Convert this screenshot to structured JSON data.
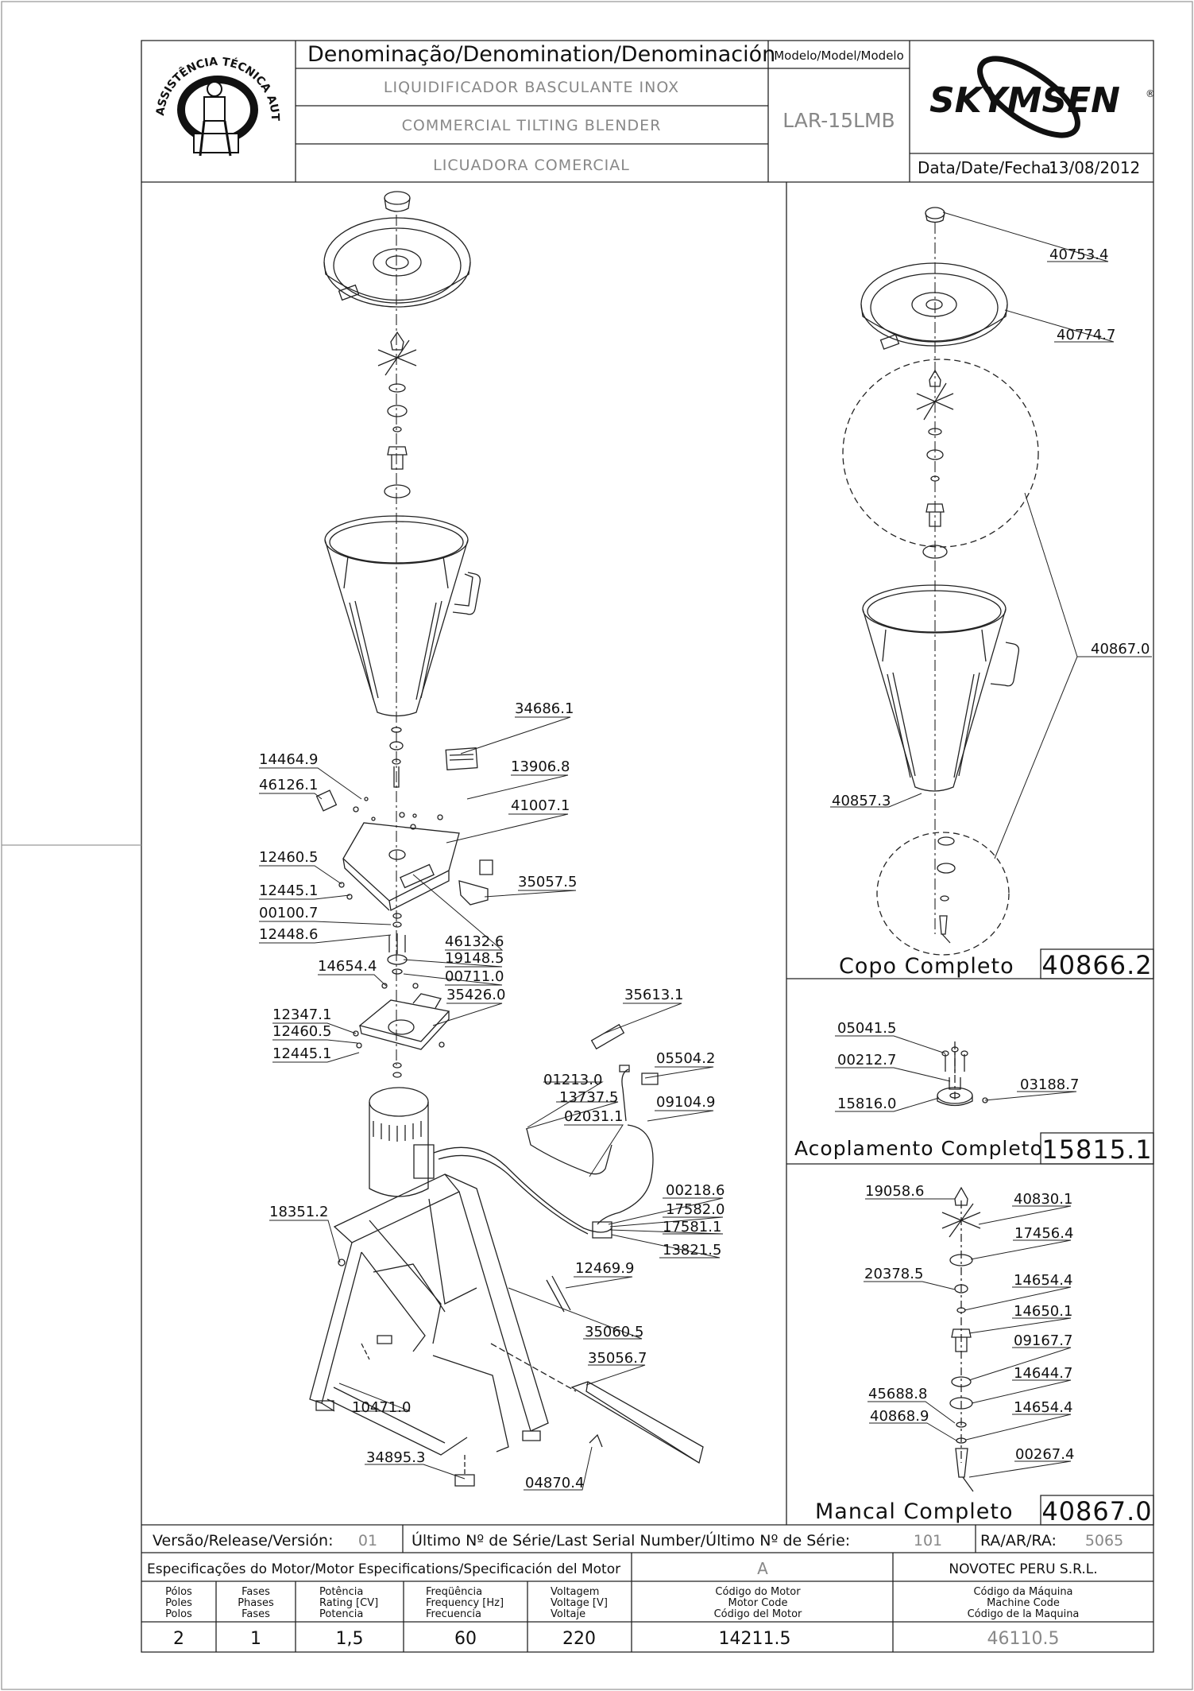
{
  "title_block": {
    "denomination_heading": "Denominação/Denomination/Denominación",
    "name_pt": "LIQUIDIFICADOR BASCULANTE INOX",
    "name_en": "COMMERCIAL TILTING BLENDER",
    "name_es": "LICUADORA COMERCIAL",
    "model_heading": "Modelo/Model/Modelo",
    "model": "LAR-15LMB",
    "brand": "SKYMSEN",
    "brand_mark": "®",
    "date_label": "Data/Date/Fecha:",
    "date": "13/08/2012",
    "seal_text": "ASSISTÊNCIA TÉCNICA AUTORIZADA"
  },
  "main_callouts": [
    {
      "id": "c1",
      "label": "34686.1"
    },
    {
      "id": "c2",
      "label": "14464.9"
    },
    {
      "id": "c3",
      "label": "13906.8"
    },
    {
      "id": "c4",
      "label": "46126.1"
    },
    {
      "id": "c5",
      "label": "41007.1"
    },
    {
      "id": "c6",
      "label": "12460.5"
    },
    {
      "id": "c7",
      "label": "35057.5"
    },
    {
      "id": "c8",
      "label": "12445.1"
    },
    {
      "id": "c9",
      "label": "00100.7"
    },
    {
      "id": "c10",
      "label": "46132.6"
    },
    {
      "id": "c11",
      "label": "12448.6"
    },
    {
      "id": "c12",
      "label": "19148.5"
    },
    {
      "id": "c13",
      "label": "14654.4"
    },
    {
      "id": "c14",
      "label": "00711.0"
    },
    {
      "id": "c15",
      "label": "35426.0"
    },
    {
      "id": "c16",
      "label": "35613.1"
    },
    {
      "id": "c17",
      "label": "12347.1"
    },
    {
      "id": "c18",
      "label": "12460.5"
    },
    {
      "id": "c19",
      "label": "12445.1"
    },
    {
      "id": "c20",
      "label": "05504.2"
    },
    {
      "id": "c21",
      "label": "01213.0"
    },
    {
      "id": "c22",
      "label": "13737.5"
    },
    {
      "id": "c23",
      "label": "09104.9"
    },
    {
      "id": "c24",
      "label": "02031.1"
    },
    {
      "id": "c25",
      "label": "00218.6"
    },
    {
      "id": "c26",
      "label": "17582.0"
    },
    {
      "id": "c27",
      "label": "18351.2"
    },
    {
      "id": "c28",
      "label": "17581.1"
    },
    {
      "id": "c29",
      "label": "13821.5"
    },
    {
      "id": "c30",
      "label": "12469.9"
    },
    {
      "id": "c31",
      "label": "35060.5"
    },
    {
      "id": "c32",
      "label": "35056.7"
    },
    {
      "id": "c33",
      "label": "10471.0"
    },
    {
      "id": "c34",
      "label": "34895.3"
    },
    {
      "id": "c35",
      "label": "04870.4"
    }
  ],
  "copo_callouts": [
    {
      "id": "p1",
      "label": "40753.4"
    },
    {
      "id": "p2",
      "label": "40774.7"
    },
    {
      "id": "p3",
      "label": "40867.0"
    },
    {
      "id": "p4",
      "label": "40857.3"
    }
  ],
  "acoplamento_callouts": [
    {
      "id": "a1",
      "label": "05041.5"
    },
    {
      "id": "a2",
      "label": "00212.7"
    },
    {
      "id": "a3",
      "label": "03188.7"
    },
    {
      "id": "a4",
      "label": "15816.0"
    }
  ],
  "mancal_callouts": [
    {
      "id": "m1",
      "label": "19058.6"
    },
    {
      "id": "m2",
      "label": "40830.1"
    },
    {
      "id": "m3",
      "label": "17456.4"
    },
    {
      "id": "m4",
      "label": "20378.5"
    },
    {
      "id": "m5",
      "label": "14654.4"
    },
    {
      "id": "m6",
      "label": "14650.1"
    },
    {
      "id": "m7",
      "label": "09167.7"
    },
    {
      "id": "m8",
      "label": "14644.7"
    },
    {
      "id": "m9",
      "label": "45688.8"
    },
    {
      "id": "m10",
      "label": "14654.4"
    },
    {
      "id": "m11",
      "label": "40868.9"
    },
    {
      "id": "m12",
      "label": "00267.4"
    }
  ],
  "sub_assemblies": [
    {
      "name": "Copo  Completo",
      "code": "40866.2"
    },
    {
      "name": "Acoplamento  Completo",
      "code": "15815.1"
    },
    {
      "name": "Mancal  Completo",
      "code": "40867.0"
    }
  ],
  "release_row": {
    "version_label": "Versão/Release/Versión:",
    "version": "01",
    "serial_label": "Último  Nº  de  Série/Last  Serial  Number/Último  Nº  de  Série:",
    "serial": "101",
    "ra_label": "RA/AR/RA:",
    "ra": "5065"
  },
  "motor_spec": {
    "heading": "Especificações do Motor/Motor Especifications/Specificación del Motor",
    "variant": "A",
    "company": "NOVOTEC PERU S.R.L.",
    "columns": [
      {
        "l1": "Pólos",
        "l2": "Poles",
        "l3": "Polos",
        "value": "2"
      },
      {
        "l1": "Fases",
        "l2": "Phases",
        "l3": "Fases",
        "value": "1"
      },
      {
        "l1": "Potência",
        "l2": "Rating [CV]",
        "l3": "Potencia",
        "value": "1,5"
      },
      {
        "l1": "Freqüência",
        "l2": "Frequency [Hz]",
        "l3": "Frecuencia",
        "value": "60"
      },
      {
        "l1": "Voltagem",
        "l2": "Voltage [V]",
        "l3": "Voltaje",
        "value": "220"
      },
      {
        "l1": "Código do Motor",
        "l2": "Motor Code",
        "l3": "Código del Motor",
        "value": "14211.5"
      },
      {
        "l1": "Código da Máquina",
        "l2": "Machine Code",
        "l3": "Código de la Maquina",
        "value": "46110.5"
      }
    ]
  }
}
